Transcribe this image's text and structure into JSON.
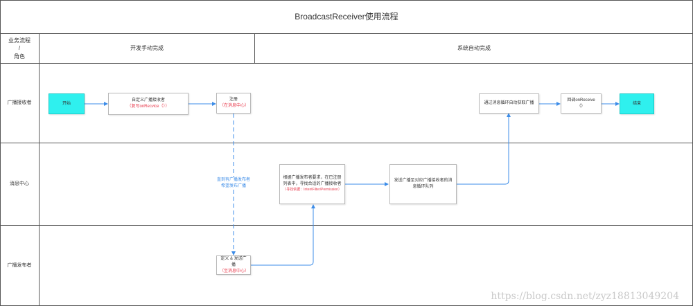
{
  "title": "BroadcastReceiver使用流程",
  "header": {
    "corner_lines": [
      "业务流程",
      "/",
      "角色"
    ],
    "phase_dev": "开发手动完成",
    "phase_sys": "系统自动完成"
  },
  "lanes": [
    {
      "label": "广播接收者"
    },
    {
      "label": "消息中心"
    },
    {
      "label": "广播发布者"
    }
  ],
  "nodes": {
    "start": {
      "text": "开始"
    },
    "custom_receiver": {
      "text": "自定义广播接收者",
      "note": "（复写onRecvice（））"
    },
    "register": {
      "text": "注册",
      "note": "（在消息中心）"
    },
    "define_send": {
      "text": "定义 & 发送广播",
      "note": "（至消息中心）"
    },
    "find_receivers": {
      "text": "根据广播发布者要求，在已注册列表中，寻找合适的广播接收者",
      "note": "（寻找依据：IntentFilter/Permission）"
    },
    "send_queue": {
      "text": "发送广播至对应广播接收者的消息循环队列"
    },
    "loop_get": {
      "text": "通过消息循环自动获取广播"
    },
    "callback": {
      "text": "回调onReceive（）"
    },
    "end": {
      "text": "结束"
    }
  },
  "edge_label": "直到有广播发布者希望发布广播",
  "colors": {
    "arrow": "#3d8de8",
    "terminal": "#2ff0ee",
    "note": "#e8384a",
    "grid": "#555555"
  },
  "watermark": "https://blog.csdn.net/zyz18813049204"
}
